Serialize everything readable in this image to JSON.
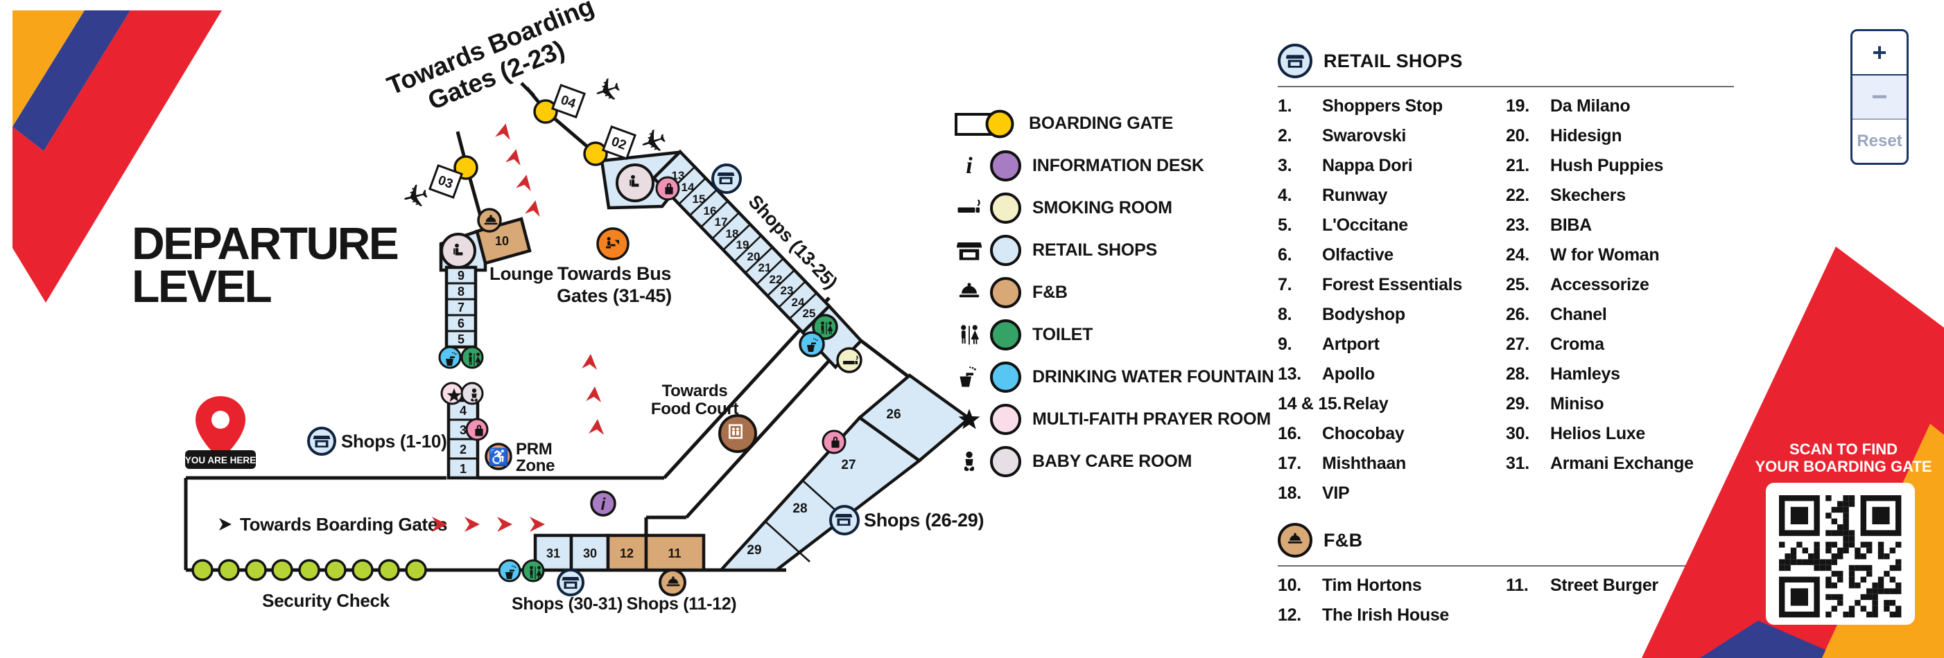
{
  "title": {
    "line1": "DEPARTURE",
    "line2": "LEVEL"
  },
  "map": {
    "towards_boarding_top": {
      "line1": "Towards Boarding",
      "line2": "Gates (2-23)"
    },
    "towards_bus": {
      "line1": "Towards Bus",
      "line2": "Gates (31-45)"
    },
    "towards_food_court": {
      "line1": "Towards",
      "line2": "Food Court"
    },
    "corridor_label": "Towards Boarding Gates",
    "security_label": "Security Check",
    "you_are_here": "YOU ARE HERE",
    "lounge": "Lounge",
    "prm_zone": {
      "line1": "PRM",
      "line2": "Zone"
    },
    "gate_labels": {
      "g03": "03",
      "g04": "04",
      "g02": "02"
    },
    "shop_group_labels": {
      "shops_1_10": "Shops (1-10)",
      "shops_13_25": "Shops (13-25)",
      "shops_26_29": "Shops (26-29)",
      "shops_30_31": "Shops (30-31)",
      "shops_11_12": "Shops (11-12)"
    },
    "cells_5_9": [
      "9",
      "8",
      "7",
      "6",
      "5"
    ],
    "cells_1_4": [
      "4",
      "3",
      "2",
      "1"
    ],
    "box10": "10",
    "cells_13_25": [
      "13",
      "14",
      "15",
      "16",
      "17",
      "18",
      "19",
      "20",
      "21",
      "22",
      "23",
      "24",
      "25"
    ],
    "cells_26_29": [
      "26",
      "27",
      "28",
      "29"
    ],
    "boxes_bottom": [
      "31",
      "30",
      "12",
      "11"
    ]
  },
  "legend": {
    "items": [
      {
        "label": "BOARDING GATE",
        "color": "#FFCB05",
        "icon": "gate"
      },
      {
        "label": "INFORMATION DESK",
        "color": "#A77CC2",
        "icon": "info"
      },
      {
        "label": "SMOKING ROOM",
        "color": "#F3F0C8",
        "icon": "cigarette"
      },
      {
        "label": "RETAIL SHOPS",
        "color": "#D7E8F6",
        "icon": "shop"
      },
      {
        "label": "F&B",
        "color": "#D9A877",
        "icon": "cloche"
      },
      {
        "label": "TOILET",
        "color": "#35A365",
        "icon": "toilet"
      },
      {
        "label": "DRINKING WATER FOUNTAIN",
        "color": "#57C6F3",
        "icon": "water"
      },
      {
        "label": "MULTI-FAITH PRAYER ROOM",
        "color": "#F9DDE9",
        "icon": "star"
      },
      {
        "label": "BABY CARE ROOM",
        "color": "#E6DFE5",
        "icon": "baby"
      }
    ]
  },
  "directory": {
    "retail": {
      "title": "RETAIL SHOPS",
      "left": [
        {
          "num": "1.",
          "name": "Shoppers Stop"
        },
        {
          "num": "2.",
          "name": "Swarovski"
        },
        {
          "num": "3.",
          "name": "Nappa Dori"
        },
        {
          "num": "4.",
          "name": "Runway"
        },
        {
          "num": "5.",
          "name": "L'Occitane"
        },
        {
          "num": "6.",
          "name": "Olfactive"
        },
        {
          "num": "7.",
          "name": "Forest Essentials"
        },
        {
          "num": "8.",
          "name": "Bodyshop"
        },
        {
          "num": "9.",
          "name": "Artport"
        },
        {
          "num": "13.",
          "name": "Apollo"
        },
        {
          "num": "14 & 15.",
          "name": "Relay"
        },
        {
          "num": "16.",
          "name": "Chocobay"
        },
        {
          "num": "17.",
          "name": "Mishthaan"
        },
        {
          "num": "18.",
          "name": "VIP"
        }
      ],
      "right": [
        {
          "num": "19.",
          "name": "Da Milano"
        },
        {
          "num": "20.",
          "name": "Hidesign"
        },
        {
          "num": "21.",
          "name": "Hush Puppies"
        },
        {
          "num": "22.",
          "name": "Skechers"
        },
        {
          "num": "23.",
          "name": "BIBA"
        },
        {
          "num": "24.",
          "name": "W for Woman"
        },
        {
          "num": "25.",
          "name": "Accessorize"
        },
        {
          "num": "26.",
          "name": "Chanel"
        },
        {
          "num": "27.",
          "name": "Croma"
        },
        {
          "num": "28.",
          "name": "Hamleys"
        },
        {
          "num": "29.",
          "name": "Miniso"
        },
        {
          "num": "30.",
          "name": "Helios Luxe"
        },
        {
          "num": "31.",
          "name": "Armani Exchange"
        }
      ]
    },
    "fnb": {
      "title": "F&B",
      "left": [
        {
          "num": "10.",
          "name": "Tim Hortons"
        },
        {
          "num": "12.",
          "name": "The Irish House"
        }
      ],
      "right": [
        {
          "num": "11.",
          "name": "Street Burger"
        }
      ]
    }
  },
  "zoom_controls": {
    "plus": "+",
    "minus": "−",
    "reset": "Reset"
  },
  "qr_panel": {
    "line1": "SCAN TO FIND",
    "line2": "YOUR BOARDING GATE"
  },
  "colors": {
    "brand_red": "#EA2330",
    "brand_orange": "#F9A51A",
    "brand_navy": "#333E8E",
    "retail_fill": "#D7E8F6",
    "fnb_fill": "#D9A877",
    "gate_yellow": "#FFCB05",
    "toilet_green": "#35A365",
    "water_blue": "#57C6F3",
    "info_purple": "#A77CC2",
    "smoking_cream": "#F3F0C8",
    "prayer_pink": "#F9DDE9",
    "baby_pink": "#E6DFE5",
    "marker_pink": "#F291B6",
    "security_lime": "#B5D334",
    "prm_orange": "#E89B70",
    "bus_orange": "#F58220",
    "elevator_brown": "#A9714B",
    "zoom_navy": "#1c3664"
  }
}
